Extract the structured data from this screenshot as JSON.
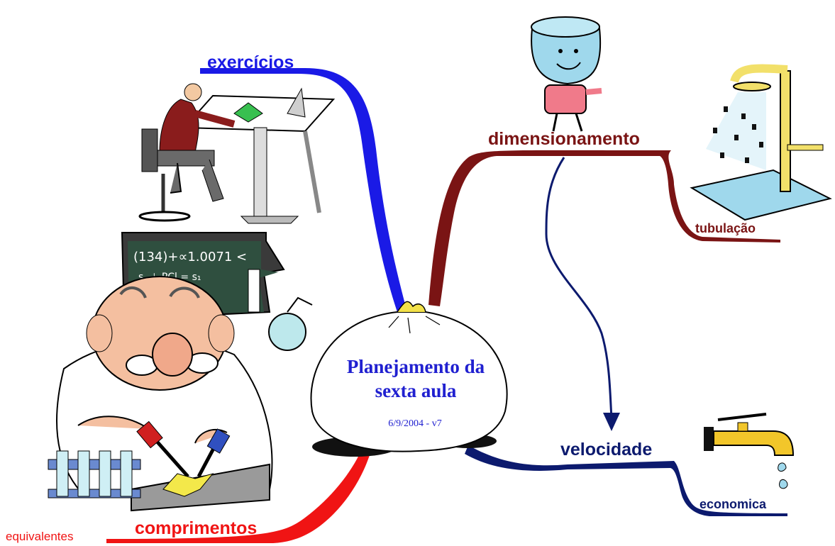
{
  "center": {
    "title": "Planejamento da sexta aula",
    "date": "6/9/2004 - v7"
  },
  "branches": {
    "exercicios": "exercícios",
    "dimensionamento": "dimensionamento",
    "tubulacao": "tubulação",
    "velocidade": "velocidade",
    "economica": "economica",
    "comprimentos": "comprimentos",
    "equivalentes": "equivalentes"
  },
  "colors": {
    "exercicios": "#1a1ae6",
    "dimensionamento": "#7a1414",
    "velocidade": "#0c1a6e",
    "comprimentos": "#f01414"
  },
  "illustrations": [
    "drafter-at-table",
    "scientist-chemistry",
    "chalkboard",
    "water-jug-character",
    "shower",
    "faucet"
  ],
  "chalkboard": {
    "line1": "(134)+∝1.0071 <",
    "line2": "s .⊥ PCl = s₁"
  }
}
